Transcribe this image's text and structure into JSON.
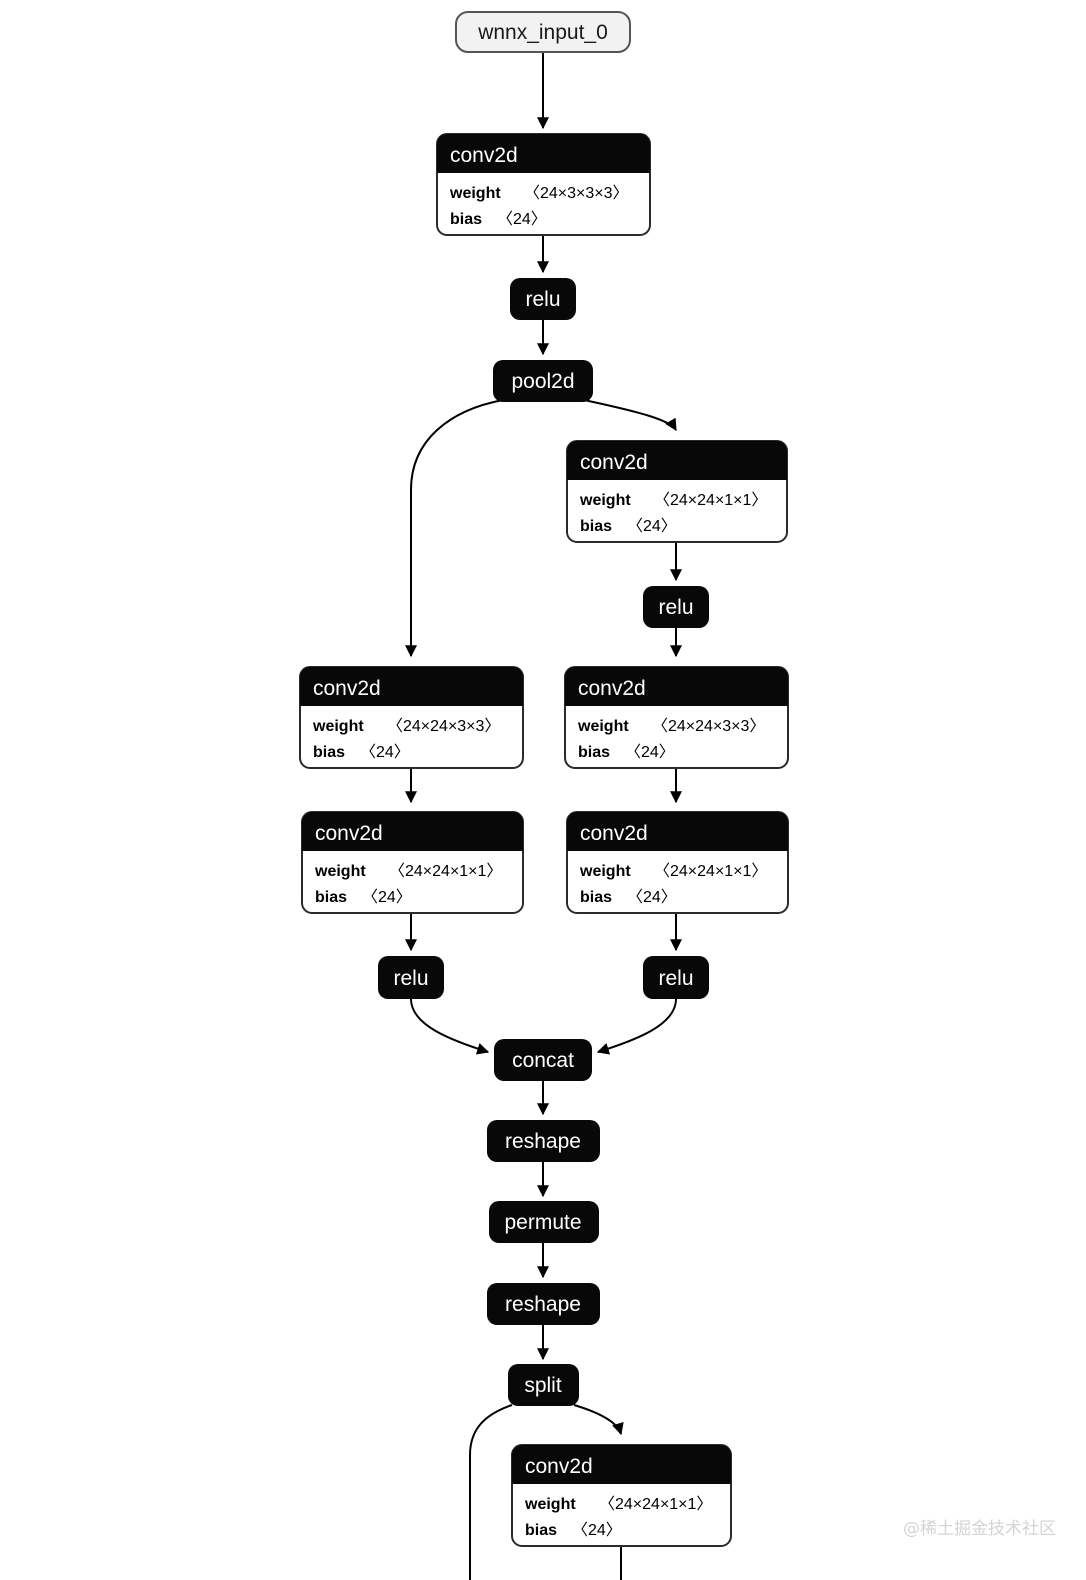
{
  "graph": {
    "title": "neural network computation graph",
    "background_color": "#ffffff",
    "node_fill_dark": "#080808",
    "node_fill_light": "#f2f2f2",
    "edge_color": "#000000"
  },
  "nodes": {
    "input": {
      "label": "wnnx_input_0",
      "type": "input"
    },
    "conv1": {
      "label": "conv2d",
      "weight_key": "weight",
      "weight_val": "〈24×3×3×3〉",
      "bias_key": "bias",
      "bias_val": "〈24〉"
    },
    "relu1": {
      "label": "relu"
    },
    "pool1": {
      "label": "pool2d"
    },
    "conv_r1": {
      "label": "conv2d",
      "weight_key": "weight",
      "weight_val": "〈24×24×1×1〉",
      "bias_key": "bias",
      "bias_val": "〈24〉"
    },
    "relu_r1": {
      "label": "relu"
    },
    "conv_l2": {
      "label": "conv2d",
      "weight_key": "weight",
      "weight_val": "〈24×24×3×3〉",
      "bias_key": "bias",
      "bias_val": "〈24〉"
    },
    "conv_r2": {
      "label": "conv2d",
      "weight_key": "weight",
      "weight_val": "〈24×24×3×3〉",
      "bias_key": "bias",
      "bias_val": "〈24〉"
    },
    "conv_l3": {
      "label": "conv2d",
      "weight_key": "weight",
      "weight_val": "〈24×24×1×1〉",
      "bias_key": "bias",
      "bias_val": "〈24〉"
    },
    "conv_r3": {
      "label": "conv2d",
      "weight_key": "weight",
      "weight_val": "〈24×24×1×1〉",
      "bias_key": "bias",
      "bias_val": "〈24〉"
    },
    "relu_l4": {
      "label": "relu"
    },
    "relu_r4": {
      "label": "relu"
    },
    "concat": {
      "label": "concat"
    },
    "reshape1": {
      "label": "reshape"
    },
    "permute": {
      "label": "permute"
    },
    "reshape2": {
      "label": "reshape"
    },
    "split": {
      "label": "split"
    },
    "conv_bottom": {
      "label": "conv2d",
      "weight_key": "weight",
      "weight_val": "〈24×24×1×1〉",
      "bias_key": "bias",
      "bias_val": "〈24〉"
    }
  },
  "watermark": {
    "text": "@稀土掘金技术社区"
  }
}
